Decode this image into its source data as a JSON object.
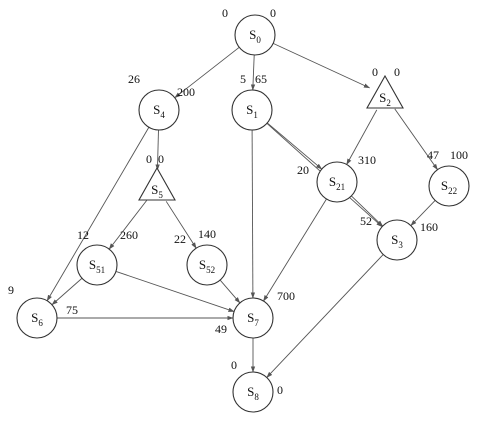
{
  "nodes": {
    "S0": {
      "label": "S",
      "sub": "0",
      "shape": "circle",
      "left": "0",
      "right": "0"
    },
    "S4": {
      "label": "S",
      "sub": "4",
      "shape": "circle",
      "left": "26",
      "right": "200"
    },
    "S1": {
      "label": "S",
      "sub": "1",
      "shape": "circle",
      "left": "5",
      "right": "65"
    },
    "S2": {
      "label": "S",
      "sub": "2",
      "shape": "triangle",
      "left": "0",
      "right": "0"
    },
    "S5": {
      "label": "S",
      "sub": "5",
      "shape": "triangle",
      "left": "0",
      "right": "0"
    },
    "S21": {
      "label": "S",
      "sub": "21",
      "shape": "circle",
      "left": "20",
      "right": "310"
    },
    "S22": {
      "label": "S",
      "sub": "22",
      "shape": "circle",
      "left": "47",
      "right": "100"
    },
    "S3": {
      "label": "S",
      "sub": "3",
      "shape": "circle",
      "left": "52",
      "right": "160"
    },
    "S51": {
      "label": "S",
      "sub": "51",
      "shape": "circle",
      "left": "12",
      "right": "260"
    },
    "S52": {
      "label": "S",
      "sub": "52",
      "shape": "circle",
      "left": "22",
      "right": "140"
    },
    "S6": {
      "label": "S",
      "sub": "6",
      "shape": "circle",
      "left": "9",
      "right": "75"
    },
    "S7": {
      "label": "S",
      "sub": "7",
      "shape": "circle",
      "left": "49",
      "right": "700"
    },
    "S8": {
      "label": "S",
      "sub": "8",
      "shape": "circle",
      "left": "0",
      "right": "0"
    }
  },
  "edges": [
    {
      "from": "S0",
      "to": "S4"
    },
    {
      "from": "S0",
      "to": "S1"
    },
    {
      "from": "S0",
      "to": "S2"
    },
    {
      "from": "S4",
      "to": "S5"
    },
    {
      "from": "S4",
      "to": "S6"
    },
    {
      "from": "S1",
      "to": "S21"
    },
    {
      "from": "S1",
      "to": "S3"
    },
    {
      "from": "S1",
      "to": "S7"
    },
    {
      "from": "S2",
      "to": "S21"
    },
    {
      "from": "S2",
      "to": "S22"
    },
    {
      "from": "S21",
      "to": "S3"
    },
    {
      "from": "S21",
      "to": "S7"
    },
    {
      "from": "S22",
      "to": "S3"
    },
    {
      "from": "S3",
      "to": "S8"
    },
    {
      "from": "S5",
      "to": "S51"
    },
    {
      "from": "S5",
      "to": "S52"
    },
    {
      "from": "S51",
      "to": "S6"
    },
    {
      "from": "S51",
      "to": "S7"
    },
    {
      "from": "S52",
      "to": "S7"
    },
    {
      "from": "S6",
      "to": "S7"
    },
    {
      "from": "S7",
      "to": "S8"
    }
  ],
  "colors": {
    "stroke": "#333333",
    "edge": "#555555",
    "text": "#111111"
  }
}
